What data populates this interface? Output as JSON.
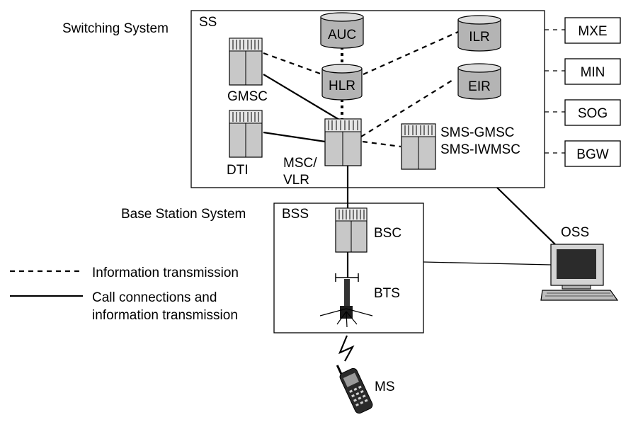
{
  "labels": {
    "switching_system": "Switching System",
    "ss": "SS",
    "base_station_system": "Base Station System",
    "bss": "BSS",
    "auc": "AUC",
    "hlr": "HLR",
    "ilr": "ILR",
    "eir": "EIR",
    "gmsc": "GMSC",
    "dti": "DTI",
    "msc_line1": "MSC/",
    "msc_line2": "VLR",
    "sms_gmsc": "SMS-GMSC",
    "sms_iwmsc": "SMS-IWMSC",
    "bsc": "BSC",
    "bts": "BTS",
    "ms": "MS",
    "oss": "OSS"
  },
  "side_boxes": [
    "MXE",
    "MIN",
    "SOG",
    "BGW"
  ],
  "legend": {
    "dashed": "Information transmission",
    "solid_line1": "Call connections and",
    "solid_line2": "information transmission"
  }
}
